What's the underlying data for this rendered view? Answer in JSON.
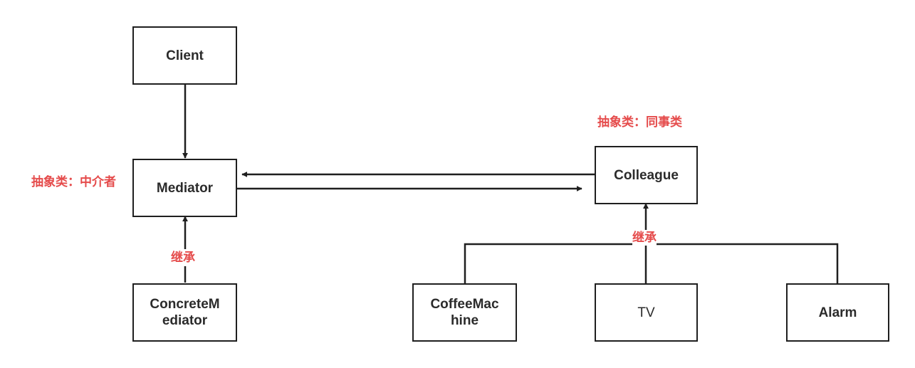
{
  "nodes": {
    "client": "Client",
    "mediator": "Mediator",
    "concrete_mediator": "ConcreteM\nediator",
    "colleague": "Colleague",
    "coffee_machine": "CoffeeMac\nhine",
    "tv": "TV",
    "alarm": "Alarm"
  },
  "annotations": {
    "mediator_abstract": "抽象类：中介者",
    "colleague_abstract": "抽象类：同事类",
    "mediator_inherit": "继承",
    "colleague_inherit": "继承"
  },
  "colors": {
    "line": "#1f1f1f",
    "annotation": "#e54b4b"
  }
}
